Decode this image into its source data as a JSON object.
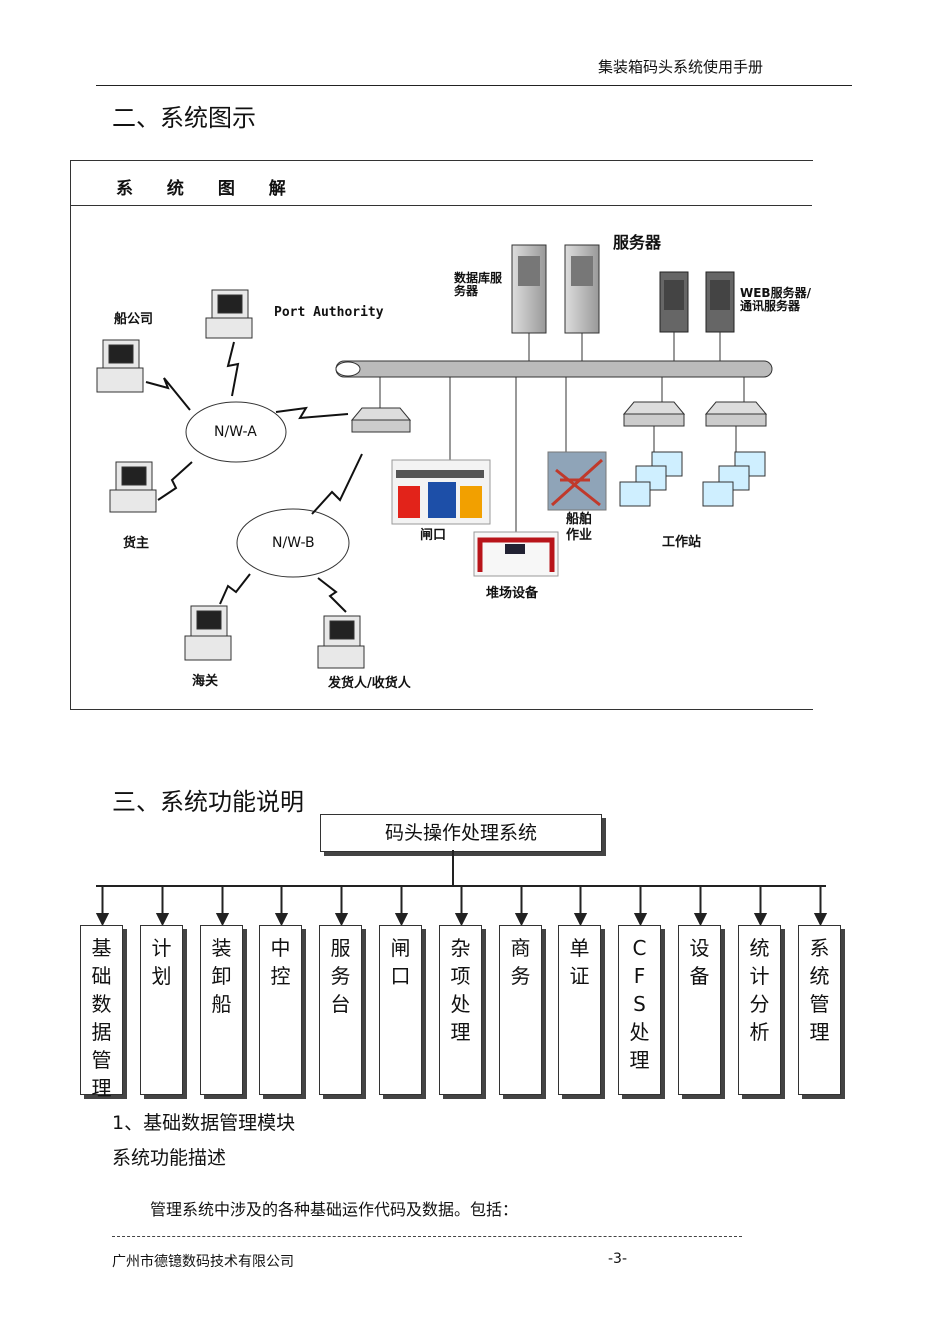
{
  "header": {
    "title": "集装箱码头系统使用手册"
  },
  "section2": {
    "heading": "二、系统图示"
  },
  "diagram": {
    "caption": "系 统 图 解",
    "labels": {
      "server": "服务器",
      "db_server": "数据库服\n务器",
      "web_server": "WEB服务器/\n通讯服务器",
      "ship_company": "船公司",
      "port_authority": "Port Authority",
      "nwa": "N/W-A",
      "nwb": "N/W-B",
      "cargo_owner": "货主",
      "customs": "海关",
      "shipper": "发货人/收货人",
      "gate": "闸口",
      "yard": "堆场设备",
      "vessel": "船舶\n作业",
      "workstation": "工作站"
    }
  },
  "section3": {
    "heading": "三、系统功能说明"
  },
  "tree": {
    "root": "码头操作处理系统",
    "modules": [
      "基础数据管理",
      "计划",
      "装卸船",
      "中控",
      "服务台",
      "闸口",
      "杂项处理",
      "商务",
      "单证",
      "CFS处理",
      "设备",
      "统计分析",
      "系统管理"
    ]
  },
  "body": {
    "sub_heading": "1、基础数据管理模块",
    "sub_heading2": "系统功能描述",
    "paragraph": "管理系统中涉及的各种基础运作代码及数据。包括："
  },
  "footer": {
    "company": "广州市德镱数码技术有限公司",
    "page": "-3-"
  }
}
